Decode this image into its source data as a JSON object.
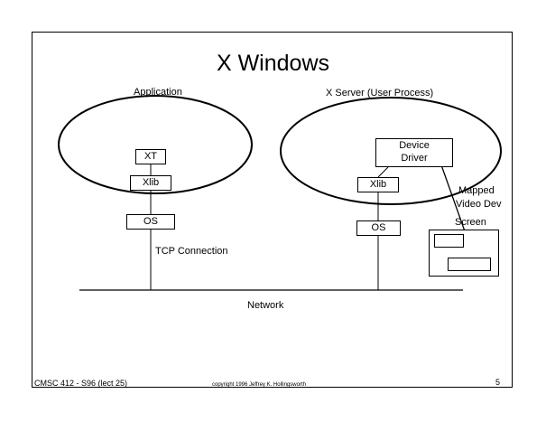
{
  "title": "X Windows",
  "client": {
    "label": "Application",
    "xt": "XT",
    "xlib": "Xlib",
    "os": "OS"
  },
  "server": {
    "label": "X Server (User Process)",
    "device_driver": "Device Driver",
    "xlib": "Xlib",
    "os": "OS"
  },
  "labels": {
    "tcp": "TCP Connection",
    "network": "Network",
    "mapped_line1": "Mapped",
    "mapped_line2": "Video Dev",
    "screen": "Screen"
  },
  "footer": {
    "course": "CMSC 412 - S96  (lect 25)",
    "copyright": "copyright 1996 Jeffrey K. Hollingsworth",
    "page": "5"
  }
}
